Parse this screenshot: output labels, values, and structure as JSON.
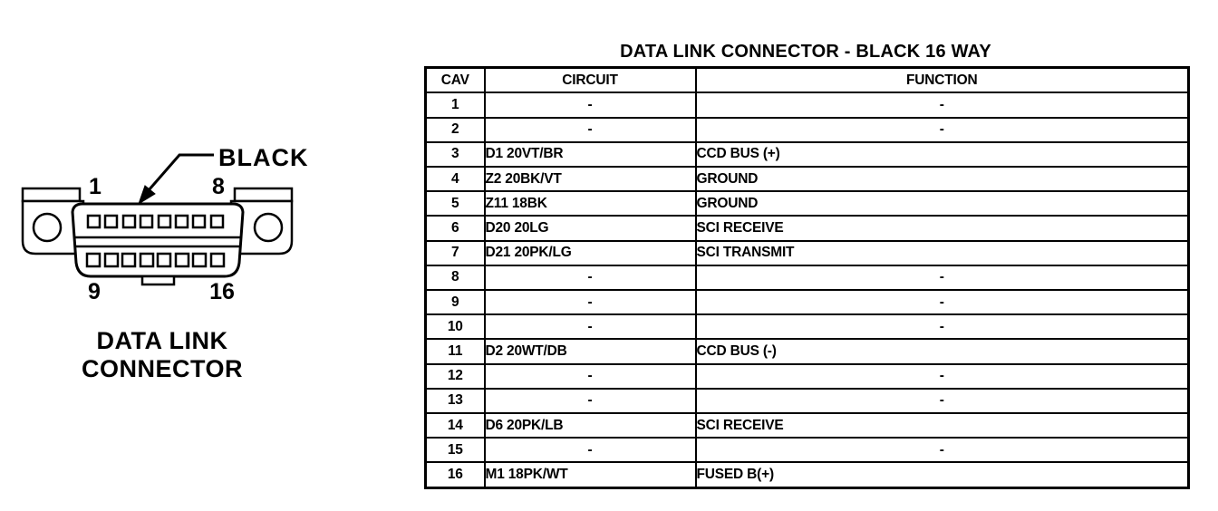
{
  "colors": {
    "ink": "#000000",
    "paper": "#ffffff"
  },
  "diagram": {
    "color_label": "BLACK",
    "caption_line1": "DATA LINK",
    "caption_line2": "CONNECTOR",
    "pin_labels": {
      "top_left": "1",
      "top_right": "8",
      "bottom_left": "9",
      "bottom_right": "16"
    }
  },
  "table": {
    "title": "DATA LINK CONNECTOR - BLACK 16 WAY",
    "headers": {
      "cav": "CAV",
      "circuit": "CIRCUIT",
      "function": "FUNCTION"
    },
    "rows": [
      {
        "cav": "1",
        "circuit": "-",
        "function": "-"
      },
      {
        "cav": "2",
        "circuit": "-",
        "function": "-"
      },
      {
        "cav": "3",
        "circuit": "D1 20VT/BR",
        "function": "CCD BUS (+)"
      },
      {
        "cav": "4",
        "circuit": "Z2 20BK/VT",
        "function": "GROUND"
      },
      {
        "cav": "5",
        "circuit": "Z11 18BK",
        "function": "GROUND"
      },
      {
        "cav": "6",
        "circuit": "D20 20LG",
        "function": "SCI RECEIVE"
      },
      {
        "cav": "7",
        "circuit": "D21 20PK/LG",
        "function": "SCI TRANSMIT"
      },
      {
        "cav": "8",
        "circuit": "-",
        "function": "-"
      },
      {
        "cav": "9",
        "circuit": "-",
        "function": "-"
      },
      {
        "cav": "10",
        "circuit": "-",
        "function": "-"
      },
      {
        "cav": "11",
        "circuit": "D2 20WT/DB",
        "function": "CCD BUS (-)"
      },
      {
        "cav": "12",
        "circuit": "-",
        "function": "-"
      },
      {
        "cav": "13",
        "circuit": "-",
        "function": "-"
      },
      {
        "cav": "14",
        "circuit": "D6 20PK/LB",
        "function": "SCI RECEIVE"
      },
      {
        "cav": "15",
        "circuit": "-",
        "function": "-"
      },
      {
        "cav": "16",
        "circuit": "M1 18PK/WT",
        "function": "FUSED B(+)"
      }
    ]
  }
}
